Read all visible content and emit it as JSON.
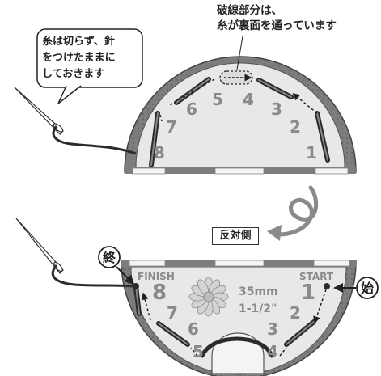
{
  "notes": {
    "dashed_line_line1": "破線部分は、",
    "dashed_line_line2": "糸が裏面を通っています",
    "bubble_line1": "糸は切らず、針",
    "bubble_line2": "をつけたままに",
    "bubble_line3": "しておきます",
    "reverse_side": "反対側"
  },
  "top_plate": {
    "numbers": [
      "1",
      "2",
      "3",
      "4",
      "5",
      "6",
      "7",
      "8"
    ]
  },
  "bottom_plate": {
    "start_label": "START",
    "finish_label": "FINISH",
    "start_marker": "始",
    "finish_marker": "終",
    "size_mm": "35mm",
    "size_inch": "1-1/2\"",
    "numbers": [
      "1",
      "2",
      "3",
      "4",
      "5",
      "6",
      "7",
      "8"
    ]
  },
  "colors": {
    "plate_gray": "#7d7d7d",
    "plate_inner": "#e8e8e8",
    "number_gray": "#8a8a8a",
    "thread": "#2b2b2b"
  }
}
